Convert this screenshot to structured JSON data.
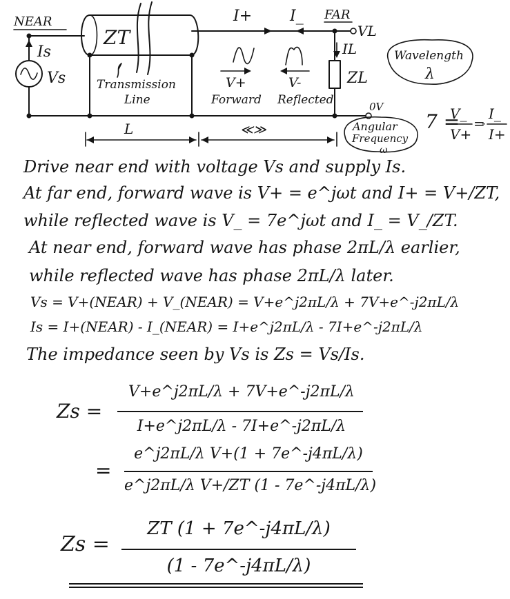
{
  "diagram": {
    "near_label": "NEAR",
    "far_label": "FAR",
    "is_label": "Is",
    "vs_label": "Vs",
    "zt_label": "ZT",
    "tline_label_1": "Transmission",
    "tline_label_2": "Line",
    "i_plus_label": "I+",
    "i_minus_label": "I_",
    "vl_label": "VL",
    "il_label": "IL",
    "zl_label": "ZL",
    "wavelength_label_1": "Wavelength",
    "wavelength_label_2": "λ",
    "vplus_label_1": "V+",
    "vplus_label_2": "Forward",
    "vminus_label_1": "V-",
    "vminus_label_2": "Reflected",
    "zero_volt_label": "0V",
    "length_label": "L",
    "speed_label": "≪≫",
    "angular_label_1": "Angular",
    "angular_label_2": "Frequency",
    "angular_label_3": "ω",
    "gamma_lhs": "7 =",
    "gamma_v_num": "V_",
    "gamma_v_den": "V+",
    "gamma_eq": "=",
    "gamma_minus": "-",
    "gamma_i_num": "I_",
    "gamma_i_den": "I+"
  },
  "text_lines": {
    "line_1": "Drive near end with voltage Vs and supply Is.",
    "line_2": "At far end, forward wave is V+ = e^jωt and I+ = V+/ZT,",
    "line_3": "while reflected wave is V_ = 7e^jωt and I_ = V_/ZT.",
    "line_4": "At near end, forward wave has phase 2πL/λ earlier,",
    "line_5": "while reflected wave has phase 2πL/λ later.",
    "line_6": "Vs = V+(NEAR) + V_(NEAR) = V+e^j2πL/λ + 7V+e^-j2πL/λ",
    "line_7": "Is = I+(NEAR) - I_(NEAR) = I+e^j2πL/λ - 7I+e^-j2πL/λ",
    "line_8": "The impedance seen by Vs is Zs = Vs/Is."
  },
  "equation_1": {
    "lhs": "Zs =",
    "num": "V+e^j2πL/λ + 7V+e^-j2πL/λ",
    "den": "I+e^j2πL/λ - 7I+e^-j2πL/λ"
  },
  "equation_2": {
    "lhs": "=",
    "num": "e^j2πL/λ V+(1 + 7e^-j4πL/λ)",
    "den": "e^j2πL/λ V+/ZT (1 - 7e^-j4πL/λ)"
  },
  "equation_3": {
    "lhs": "Zs =",
    "num": "ZT (1 + 7e^-j4πL/λ)",
    "den": "(1 - 7e^-j4πL/λ)"
  }
}
